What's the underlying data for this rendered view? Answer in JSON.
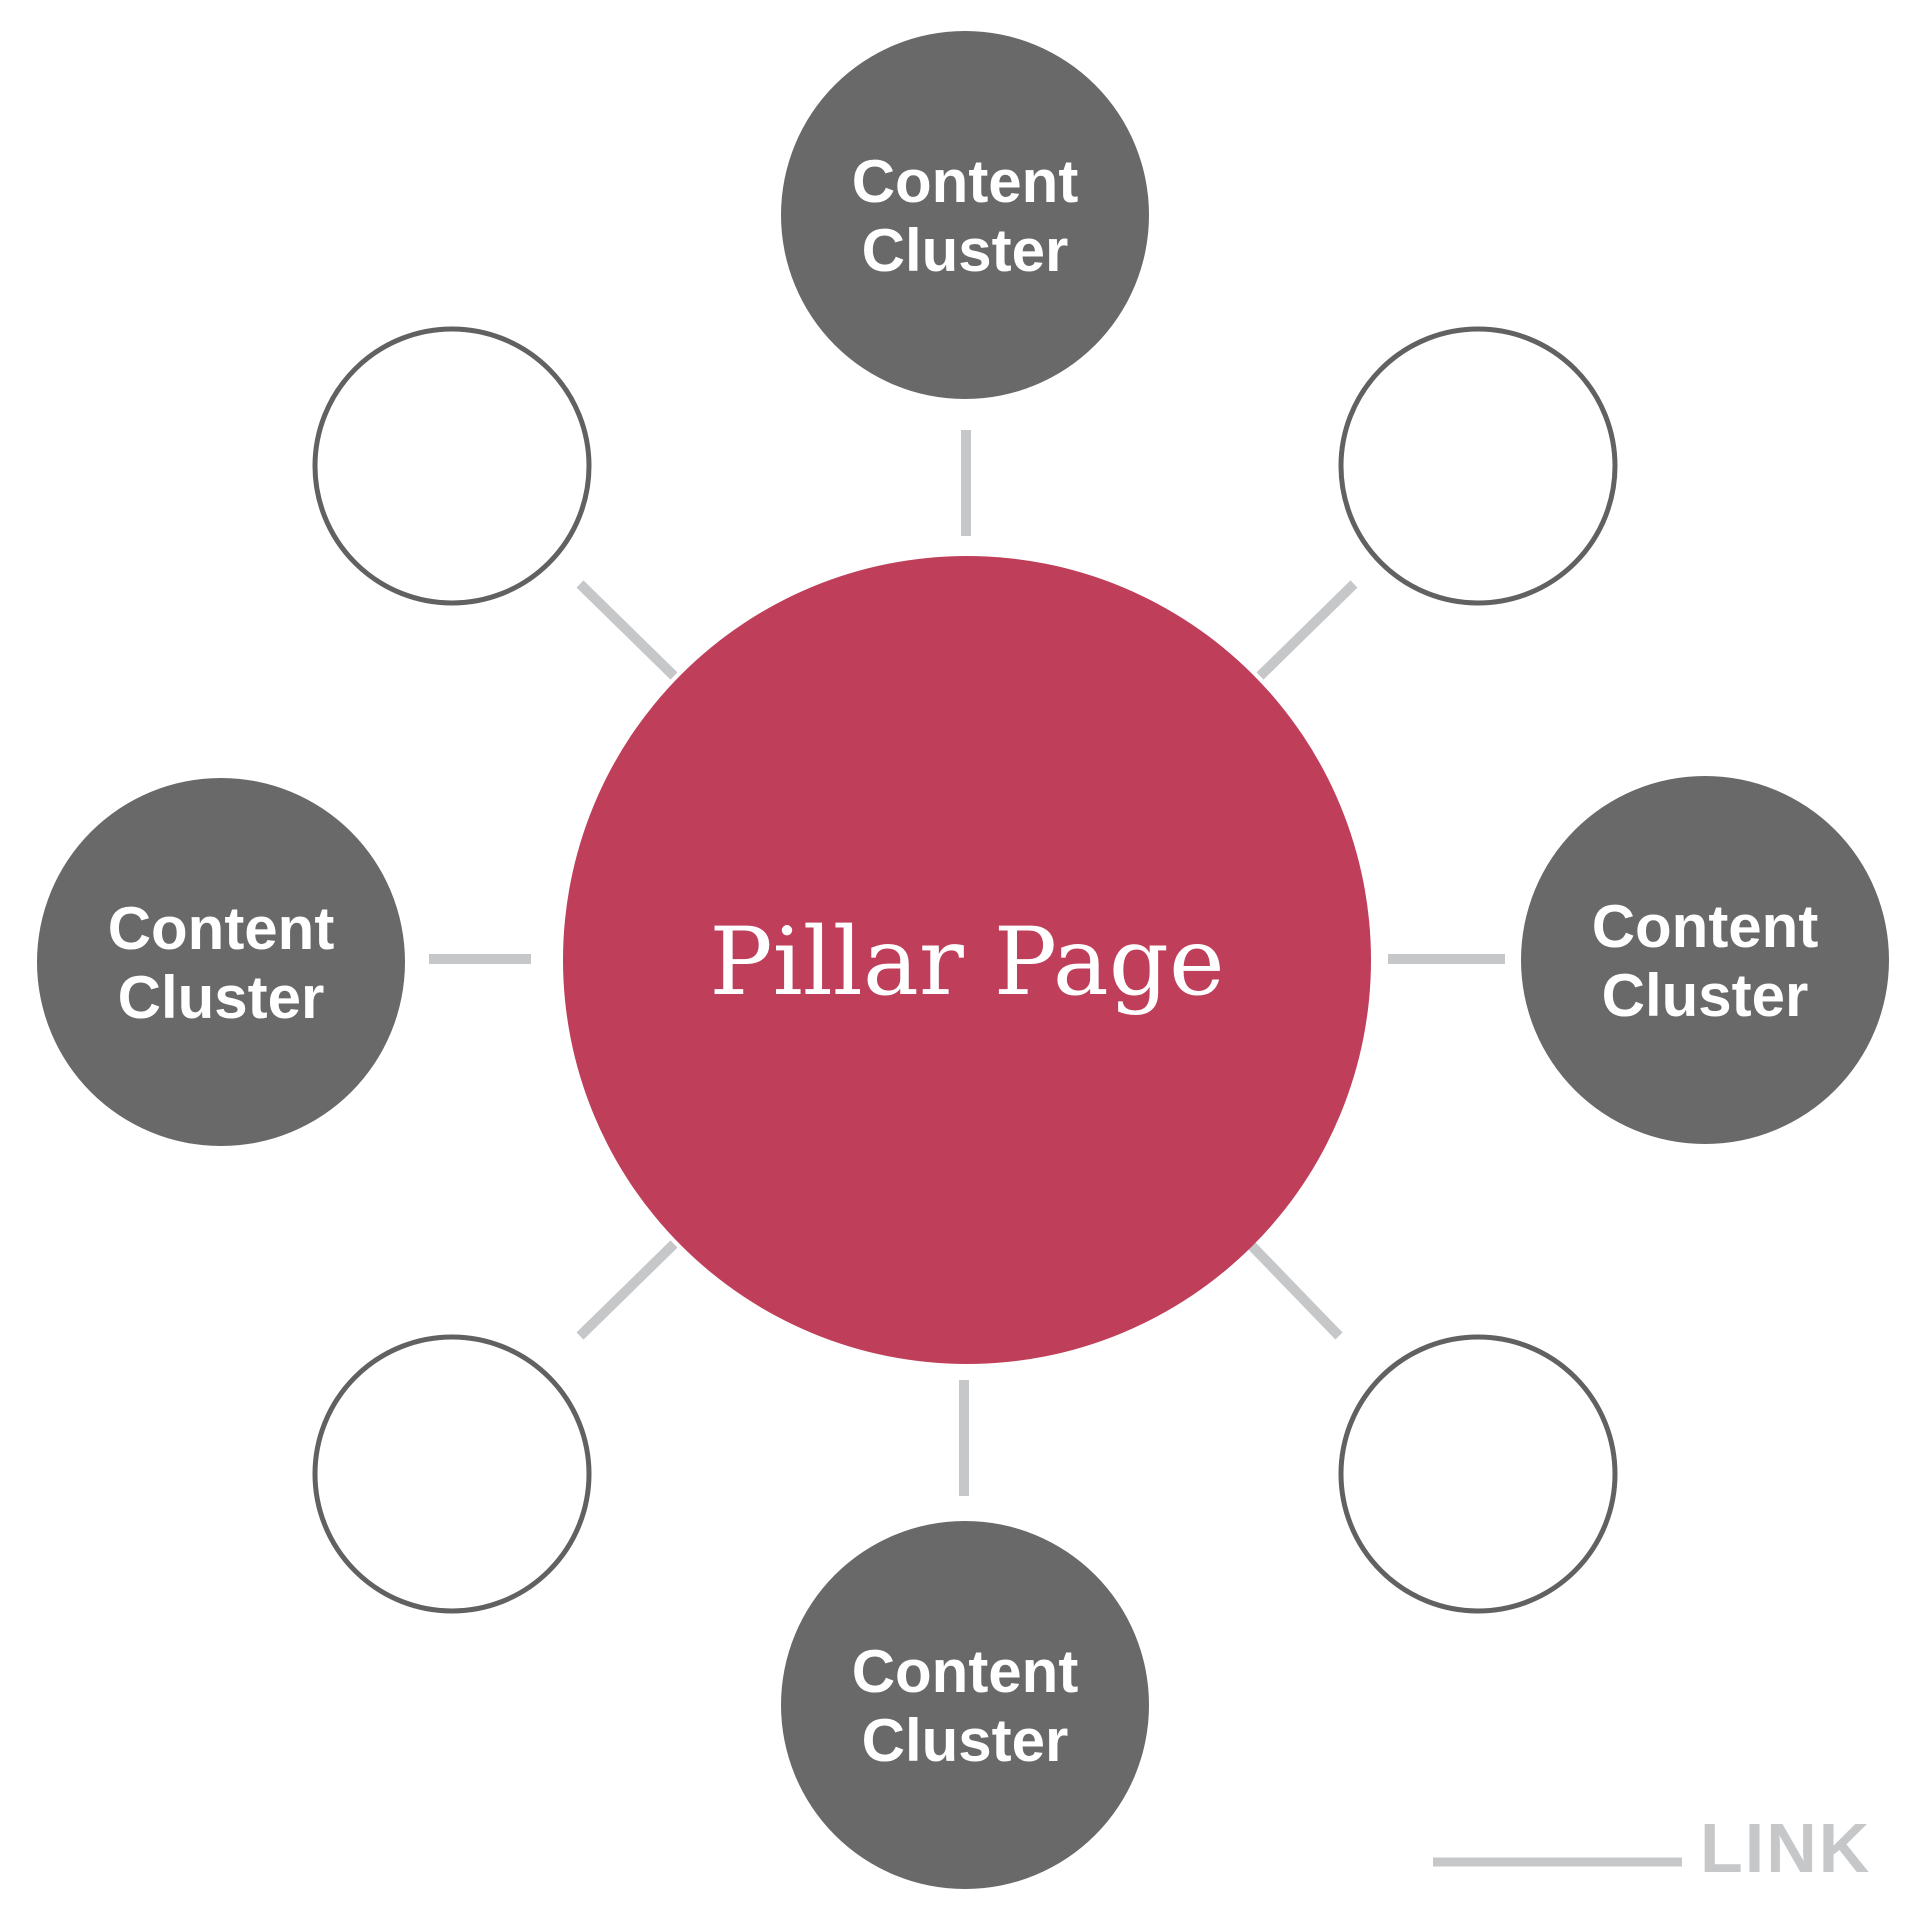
{
  "title": "Pillar Page content cluster diagram",
  "nodes": {
    "center": {
      "label": "Pillar Page"
    },
    "clusters": [
      {
        "position": "top",
        "line1": "Content",
        "line2": "Cluster"
      },
      {
        "position": "left",
        "line1": "Content",
        "line2": "Cluster"
      },
      {
        "position": "right",
        "line1": "Content",
        "line2": "Cluster"
      },
      {
        "position": "bottom",
        "line1": "Content",
        "line2": "Cluster"
      }
    ],
    "empty_circle_count": 4
  },
  "legend": {
    "label": "LINK"
  },
  "colors": {
    "background": "#ffffff",
    "center_fill": "#bf3e5a",
    "cluster_fill": "#696969",
    "empty_stroke": "#616161",
    "connector": "#c6c7c8",
    "label_text": "#ffffff",
    "legend_text": "#c6c7c8"
  }
}
